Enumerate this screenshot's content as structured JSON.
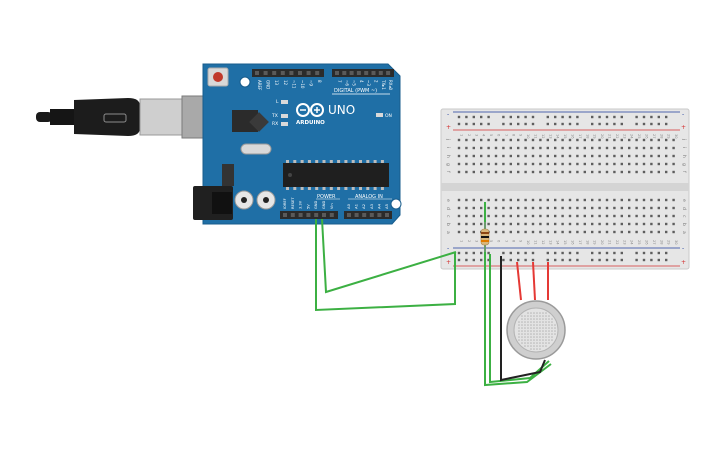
{
  "board": {
    "logo_text": "ARDUINO",
    "model": "UNO",
    "digital_label": "DIGITAL (PWM ~)",
    "power_label": "POWER",
    "analog_label": "ANALOG IN",
    "led_l": "L",
    "led_tx": "TX",
    "led_rx": "RX",
    "led_on": "ON",
    "top_pins": [
      "AREF",
      "GND",
      "13",
      "12",
      "~11",
      "~10",
      "~9",
      "8",
      "7",
      "~6",
      "~5",
      "4",
      "~3",
      "2",
      "TX▸1",
      "RX◂0"
    ],
    "power_pins": [
      "IOREF",
      "RESET",
      "3.3V",
      "5V",
      "GND",
      "GND",
      "Vin"
    ],
    "analog_pins": [
      "A0",
      "A1",
      "A2",
      "A3",
      "A4",
      "A5"
    ]
  },
  "breadboard": {
    "row_letters_top": [
      "j",
      "i",
      "h",
      "g",
      "f"
    ],
    "row_letters_bottom": [
      "e",
      "d",
      "c",
      "b",
      "a"
    ],
    "rail_plus": "+",
    "rail_minus": "-",
    "column_count": 30
  },
  "colors": {
    "board": "#1f6fa6",
    "board_edge": "#185c8c",
    "header": "#2b2b2b",
    "wire_green": "#3cb043",
    "wire_red": "#e53935",
    "wire_black": "#222222",
    "rail_red": "#d32f2f",
    "rail_blue": "#1e3c9c",
    "breadboard": "#e6e6e6"
  }
}
